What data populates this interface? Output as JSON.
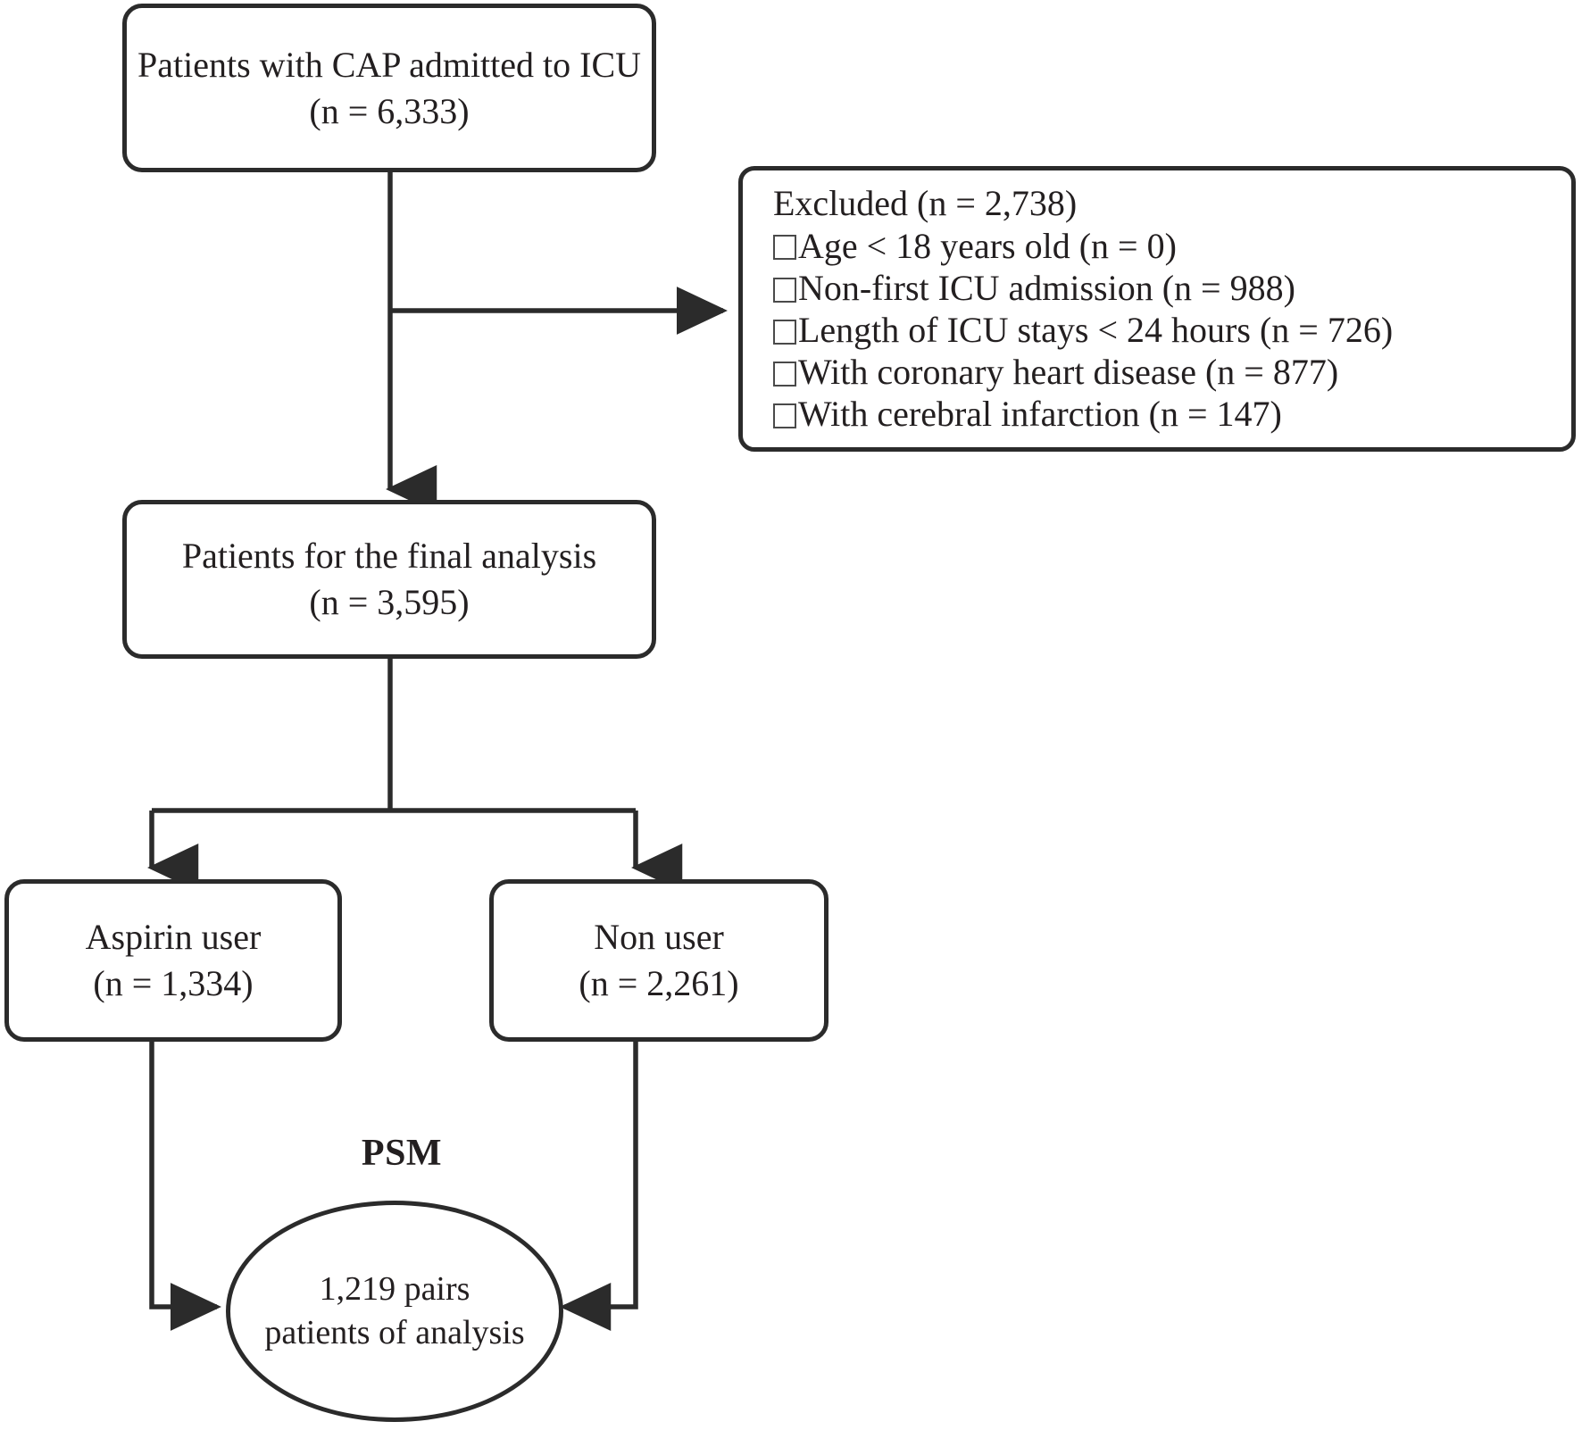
{
  "diagram": {
    "type": "flowchart",
    "title": "CAP ICU patient selection flowchart",
    "line_color": "#2b2b2b"
  },
  "nodes": {
    "source": {
      "line1": "Patients with CAP admitted to ICU",
      "line2": "(n = 6,333)"
    },
    "excluded": {
      "heading": "Excluded (n = 2,738)",
      "items": [
        "Age < 18 years old (n = 0)",
        "Non-first ICU admission (n = 988)",
        "Length of ICU stays < 24 hours (n = 726)",
        "With coronary heart disease (n = 877)",
        "With cerebral infarction (n = 147)"
      ],
      "bullet_icon": "empty-box-glyph"
    },
    "final": {
      "line1": "Patients for the final analysis",
      "line2": "(n = 3,595)"
    },
    "aspirin": {
      "line1": "Aspirin user",
      "line2": "(n = 1,334)"
    },
    "nonuser": {
      "line1": "Non user",
      "line2": "(n = 2,261)"
    },
    "psm_label": "PSM",
    "result": {
      "line1": "1,219 pairs",
      "line2": "patients of analysis"
    }
  }
}
